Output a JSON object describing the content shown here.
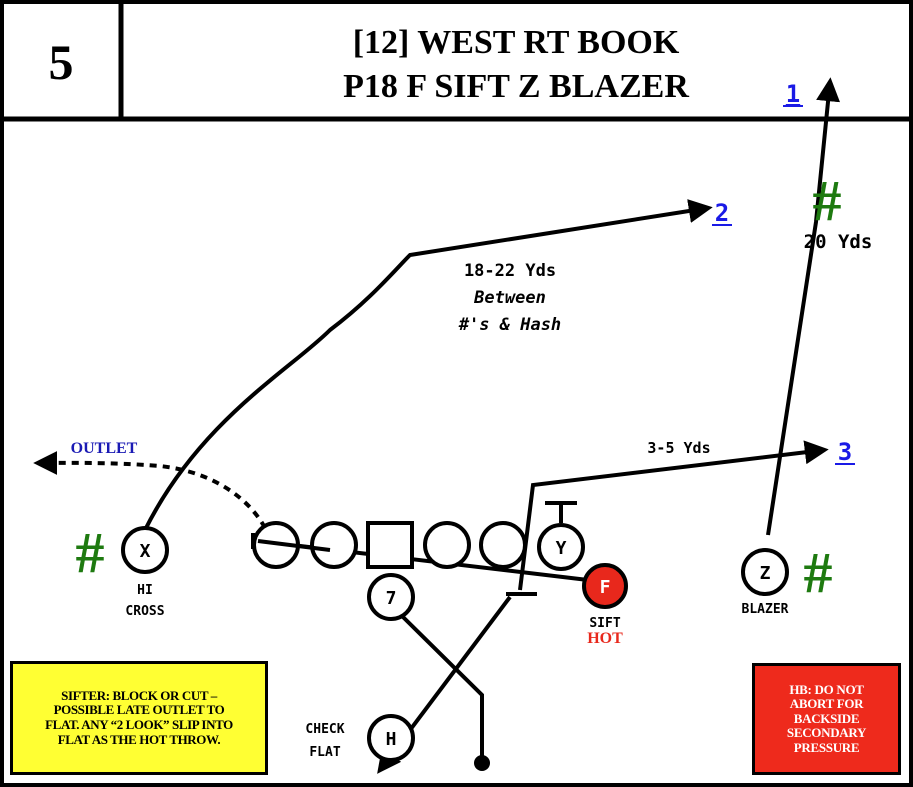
{
  "play": {
    "number": "5",
    "title_line1": "[12] WEST RT BOOK",
    "title_line2": "P18 F SIFT Z BLAZER"
  },
  "routes": {
    "z_blazer_read": "1",
    "x_hi_cross_read": "2",
    "y_read": "3",
    "outlet": "OUTLET",
    "x_depth": "18-22 Yds",
    "x_depth_note_1": "Between",
    "x_depth_note_2": "#'s & Hash",
    "z_depth": "20 Yds",
    "y_depth": "3-5 Yds"
  },
  "players": {
    "x": "X",
    "y": "Y",
    "f": "F",
    "z": "Z",
    "qb": "7",
    "h": "H"
  },
  "labels": {
    "x_route_1": "HI",
    "x_route_2": "CROSS",
    "f_route": "SIFT",
    "f_hot": "HOT",
    "z_route": "BLAZER",
    "h_route_1": "CHECK",
    "h_route_2": "FLAT",
    "hash_symbol": "#"
  },
  "notes": {
    "left": "SIFTER: BLOCK OR CUT –\nPOSSIBLE LATE OUTLET TO\nFLAT.  ANY “2 LOOK” SLIP INTO\nFLAT AS THE HOT THROW.",
    "right": "HB: DO NOT\nABORT FOR\nBACKSIDE\nSECONDARY\nPRESSURE"
  },
  "colors": {
    "hash_green": "#1e7a10",
    "hot_red": "#e8281c",
    "read_blue": "#1a1ae6",
    "outlet_blue": "#1a1ab4",
    "note_yellow": "#ffff33",
    "note_red": "#ee2a1c"
  }
}
